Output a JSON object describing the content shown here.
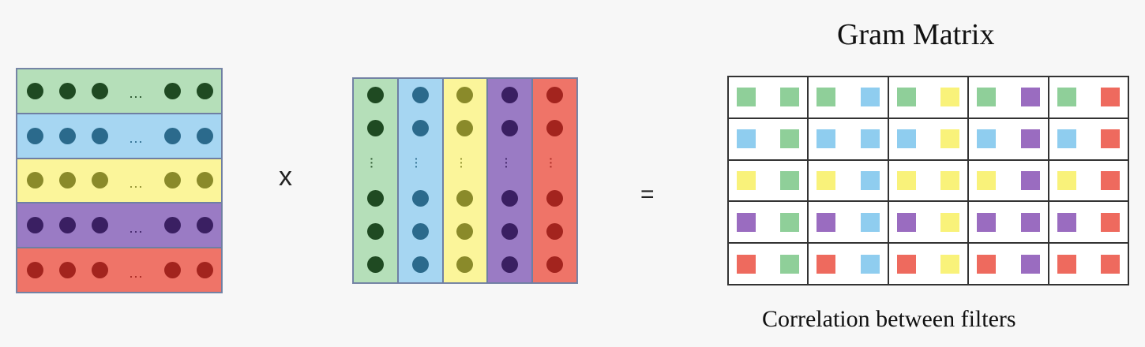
{
  "title": "Gram Matrix",
  "caption": "Correlation between filters",
  "operators": {
    "times": "x",
    "equals": "="
  },
  "ellipsis": "...",
  "colors": {
    "green": {
      "band": "#b5dfb9",
      "dot": "#1f4a22",
      "square": "#8fcf99"
    },
    "blue": {
      "band": "#a6d6f2",
      "dot": "#2b6a8c",
      "square": "#8fcdef"
    },
    "yellow": {
      "band": "#fbf59a",
      "dot": "#8a8a2a",
      "square": "#f9f27a"
    },
    "purple": {
      "band": "#9a7bc4",
      "dot": "#3a1f62",
      "square": "#9a6cc0"
    },
    "red": {
      "band": "#ef7468",
      "dot": "#a3241e",
      "square": "#ee6a5e"
    }
  },
  "filters": [
    "green",
    "blue",
    "yellow",
    "purple",
    "red"
  ],
  "row_matrix": {
    "dots_before_ellipsis": 3,
    "dots_after_ellipsis": 2
  },
  "col_matrix": {
    "dots_before_ellipsis": 2,
    "dots_after_ellipsis": 3
  },
  "gram_matrix": {
    "rows": 5,
    "cols": 5,
    "cell_pattern": "each cell (i,j) holds filter i then filter j"
  }
}
